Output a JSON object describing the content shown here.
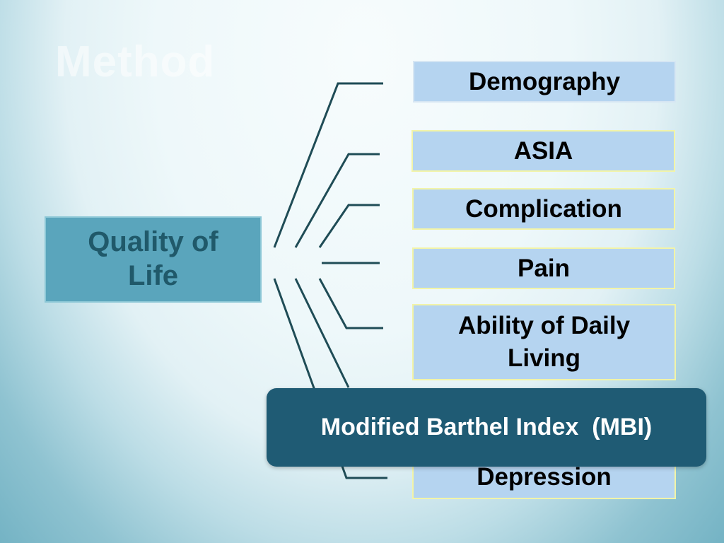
{
  "slide": {
    "title": "Method"
  },
  "diagram": {
    "center": {
      "label_line1": "Quality of",
      "label_line2": "Life"
    },
    "items": [
      {
        "label_line1": "Demography"
      },
      {
        "label_line1": "ASIA"
      },
      {
        "label_line1": "Complication"
      },
      {
        "label_line1": "Pain"
      },
      {
        "label_line1": "Ability of Daily",
        "label_line2": "Living"
      },
      {
        "label_line1": "Depression"
      }
    ],
    "callout": {
      "label": "Modified Barthel Index  (MBI)"
    }
  }
}
